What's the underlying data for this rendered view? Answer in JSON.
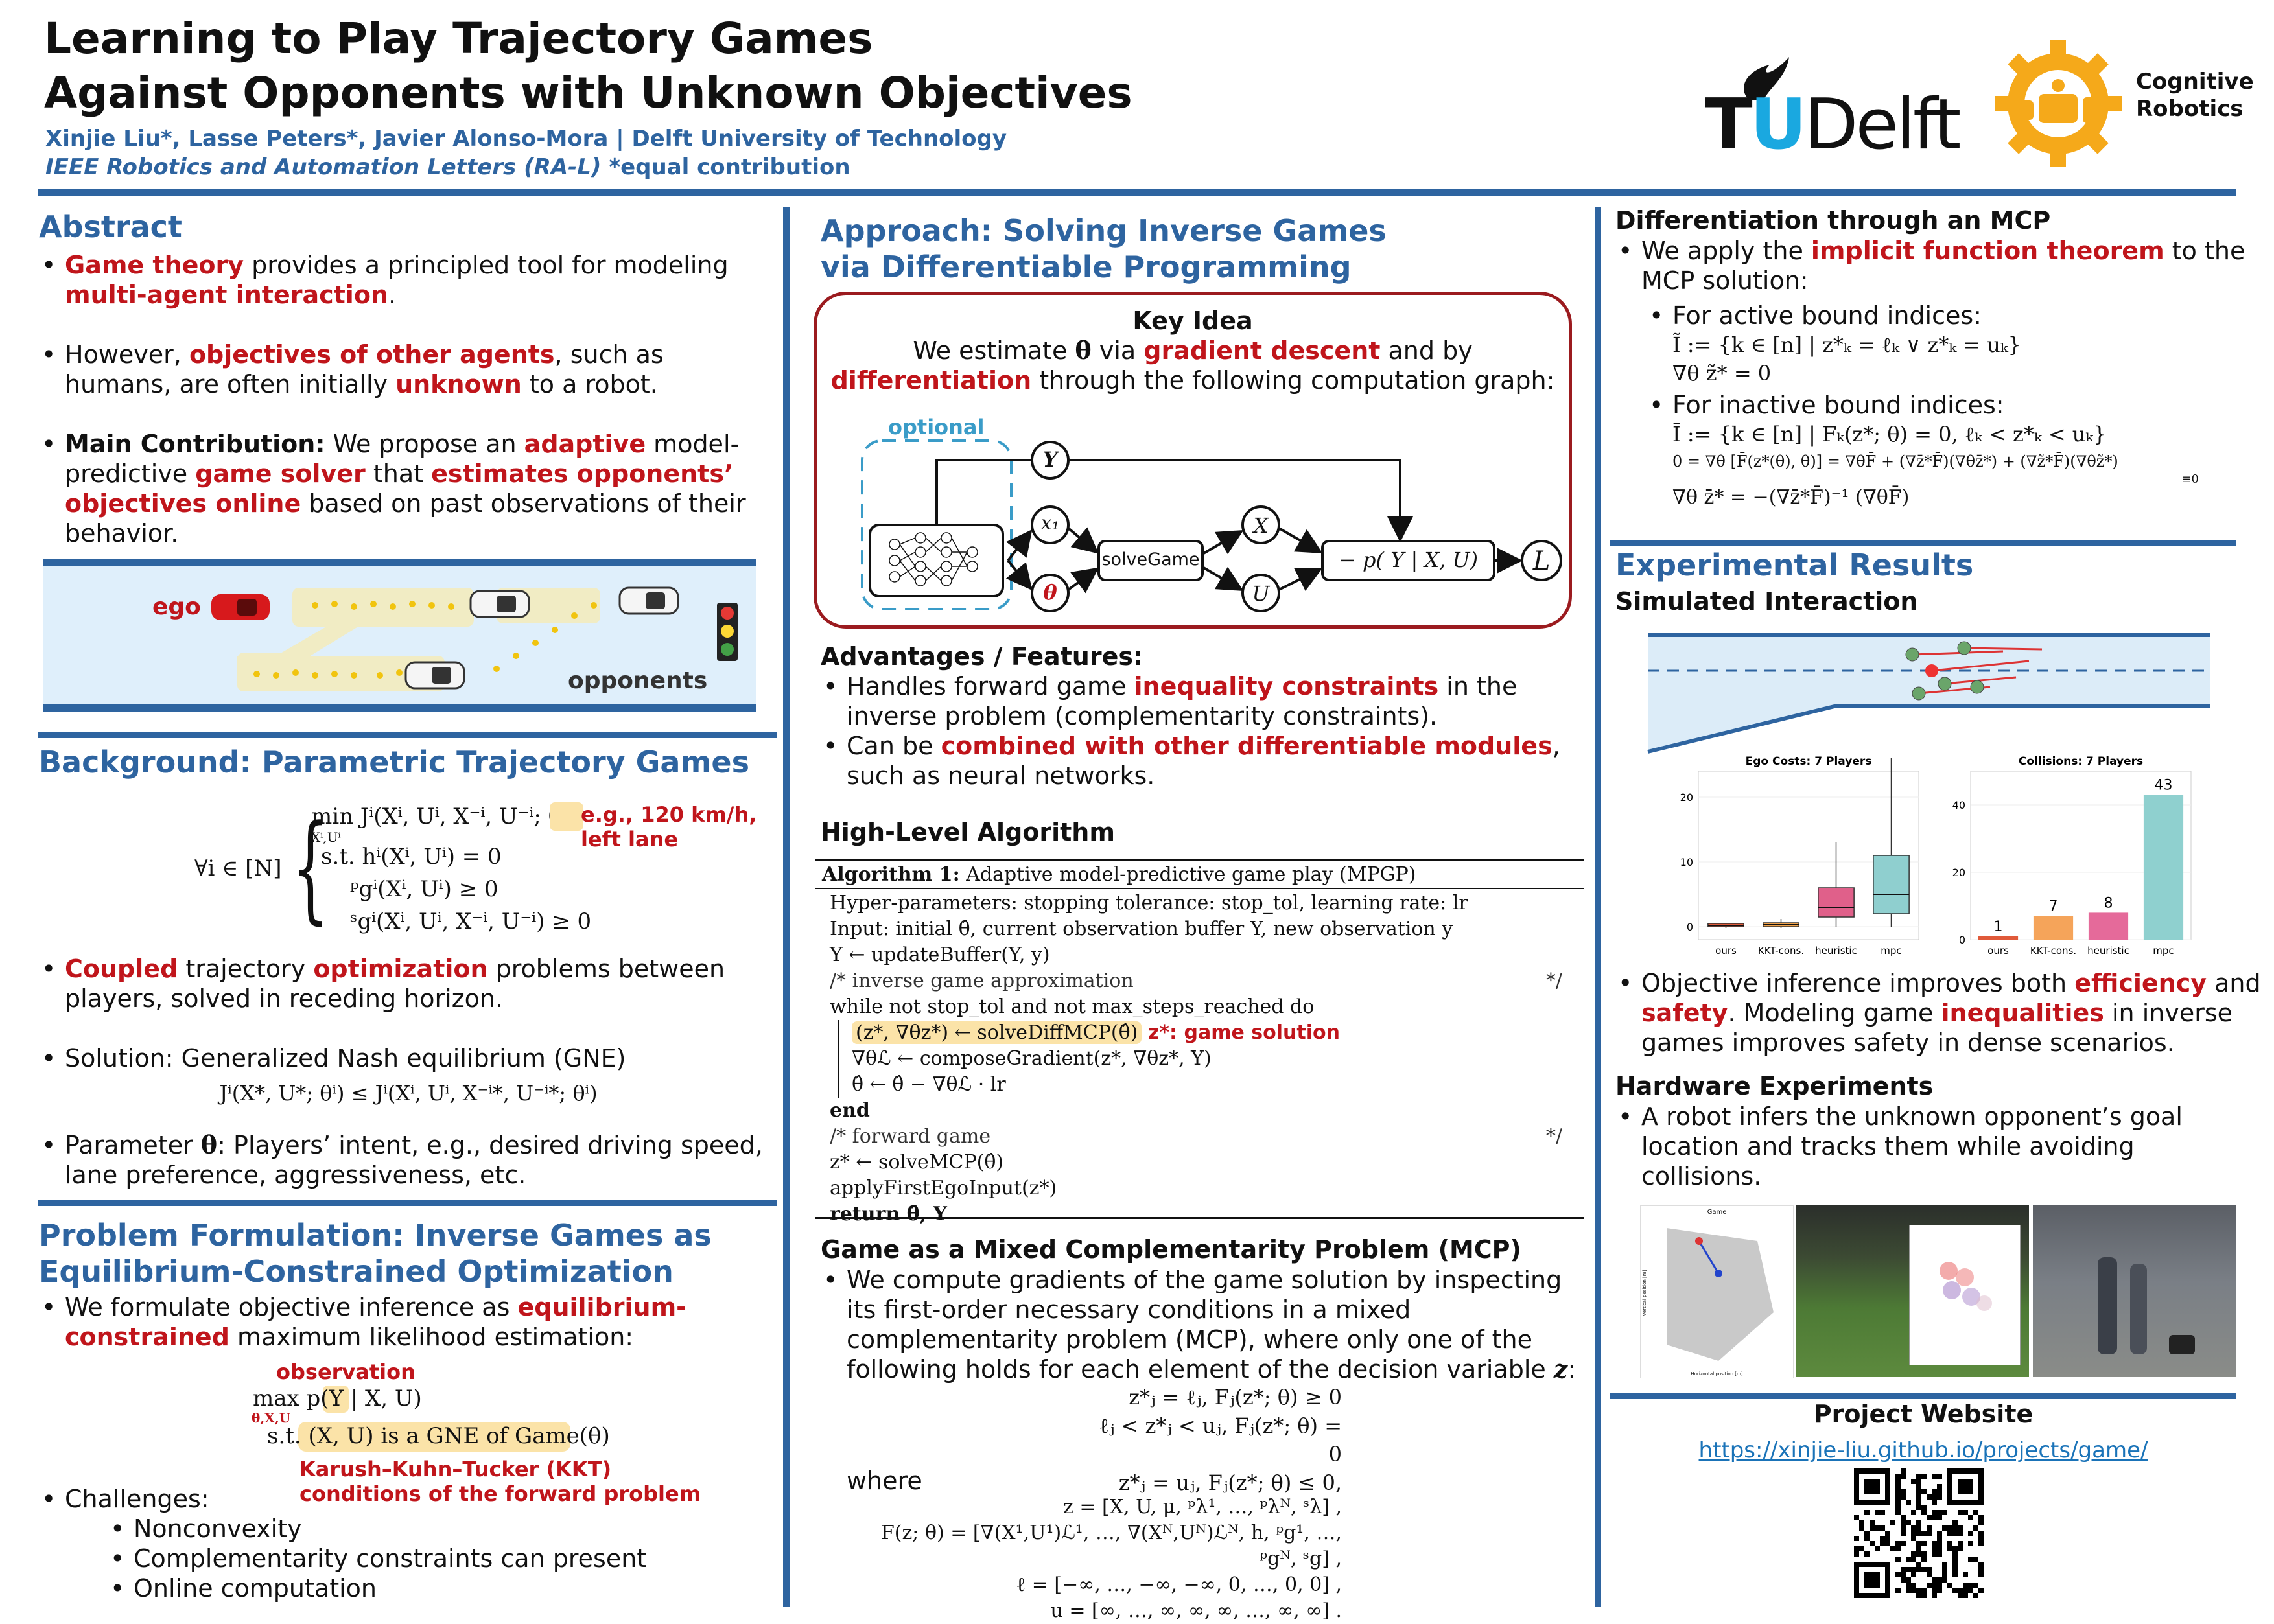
{
  "header": {
    "title_line1": "Learning to Play Trajectory Games",
    "title_line2": "Against Opponents with Unknown Objectives",
    "authors": "Xinjie Liu*, Lasse Peters*, Javier Alonso-Mora | Delft University of Technology",
    "venue": "IEEE Robotics and Automation Letters (RA-L)",
    "equal_contribution": "*equal contribution",
    "logo_tu": "TU",
    "logo_delft": "Delft",
    "cognitive_line1": "Cognitive",
    "cognitive_line2": "Robotics"
  },
  "abstract": {
    "heading": "Abstract",
    "b1_pre": "",
    "b1_red1": "Game theory",
    "b1_mid": " provides a principled tool for modeling ",
    "b1_red2": "multi-agent interaction",
    "b1_post": ".",
    "b2_pre": "However, ",
    "b2_red1": "objectives of other agents",
    "b2_mid": ", such as humans, are often initially ",
    "b2_red2": "unknown",
    "b2_post": " to a robot.",
    "b3_bold": "Main Contribution:",
    "b3_a": " We propose an ",
    "b3_red1": "adaptive",
    "b3_b": " model-predictive ",
    "b3_red2": "game solver",
    "b3_c": " that ",
    "b3_red3": "estimates opponents’ objectives online",
    "b3_d": " based on past observations of their behavior.",
    "ego_label": "ego",
    "opponents_label": "opponents"
  },
  "background": {
    "heading": "Background: Parametric Trajectory Games",
    "forall": "∀i ∈ [N]",
    "eq_min": "min Jⁱ(Xⁱ, Uⁱ, X⁻ⁱ, U⁻ⁱ; θⁱ)",
    "eq_min_sub": "Xⁱ,Uⁱ",
    "eq_st1": "s.t. hⁱ(Xⁱ, Uⁱ) = 0",
    "eq_st2": "ᵖgⁱ(Xⁱ, Uⁱ) ≥ 0",
    "eq_st3": "ˢgⁱ(Xⁱ, Uⁱ, X⁻ⁱ, U⁻ⁱ) ≥ 0",
    "annotation": "e.g., 120 km/h, left lane",
    "b1_red1": "Coupled",
    "b1_mid": " trajectory ",
    "b1_red2": "optimization",
    "b1_post": " problems between players, solved in receding horizon.",
    "b2": "Solution: Generalized Nash equilibrium (GNE)",
    "gne_eq": "Jⁱ(X*, U*; θⁱ) ≤ Jⁱ(Xⁱ, Uⁱ, X⁻ⁱ*, U⁻ⁱ*; θⁱ)",
    "b3_pre": "Parameter ",
    "b3_theta": "θ",
    "b3_post": ": Players’ intent, e.g., desired driving speed, lane preference, aggressiveness, etc."
  },
  "problem": {
    "heading_line1": "Problem Formulation: Inverse Games as",
    "heading_line2": "Equilibrium-Constrained Optimization",
    "b1_pre": "We formulate objective inference as ",
    "b1_red": "equilibrium-constrained",
    "b1_post": " maximum likelihood estimation:",
    "obs_label": "observation",
    "max_line": "max p(Y | X, U)",
    "max_sub": "θ,X,U",
    "st_line": "s.t. (X, U) is a GNE of Game(θ)",
    "kkt_line1": "Karush–Kuhn–Tucker (KKT)",
    "kkt_line2": "conditions of the forward problem",
    "challenges": "Challenges:",
    "c1": "Nonconvexity",
    "c2": "Complementarity constraints can present",
    "c3": "Online computation"
  },
  "approach": {
    "heading_line1": "Approach: Solving Inverse Games",
    "heading_line2": "via Differentiable Programming",
    "key_idea": "Key Idea",
    "ki_a": "We estimate ",
    "ki_theta": "θ",
    "ki_b": " via ",
    "ki_red1": "gradient descent",
    "ki_c": " and by",
    "ki_red2": "differentiation",
    "ki_d": " through the following computation graph:",
    "optional": "optional",
    "node_Y": "Y",
    "node_x1": "x₁",
    "node_theta": "θ",
    "node_solve": "solveGame",
    "node_X": "X",
    "node_U": "U",
    "node_loss": "− p( Y | X, U)",
    "node_L": "L",
    "adv_heading": "Advantages / Features:",
    "adv1_pre": "Handles forward game ",
    "adv1_red": "inequality constraints",
    "adv1_post": " in the inverse problem (complementarity constraints).",
    "adv2_pre": "Can be ",
    "adv2_red": "combined with other differentiable modules",
    "adv2_post": ", such as neural networks."
  },
  "algorithm": {
    "heading": "High-Level Algorithm",
    "caption_bold": "Algorithm 1:",
    "caption": " Adaptive model-predictive game play (MPGP)",
    "l1": "Hyper-parameters: stopping tolerance: stop_tol, learning rate: lr",
    "l2": "Input: initial θ̂, current observation buffer Y, new observation y",
    "l3": "Y ← updateBuffer(Y, y)",
    "l4": "/* inverse game approximation",
    "l4_end": "*/",
    "l5": "while not stop_tol and not max_steps_reached do",
    "l6": "(z*, ∇θz*) ← solveDiffMCP(θ̂)",
    "l6_note": "z*: game solution",
    "l7": "∇θℒ ← composeGradient(z*, ∇θz*, Y)",
    "l8": "θ̂ ← θ̂ − ∇θℒ · lr",
    "l9": "end",
    "l10": "/* forward game",
    "l10_end": "*/",
    "l11": "z* ← solveMCP(θ̂)",
    "l12": "applyFirstEgoInput(z*)",
    "l13": "return θ̂, Y"
  },
  "mcp": {
    "heading": "Game as a Mixed Complementarity Problem (MCP)",
    "b1": "We compute gradients of the game solution by inspecting its first-order necessary conditions in a mixed complementarity problem (MCP), where only one of the following holds for each element of the decision variable ",
    "b1_z": "z",
    "b1_end": ":",
    "c1": "z*ⱼ = ℓⱼ, Fⱼ(z*; θ) ≥ 0",
    "c2": "ℓⱼ < z*ⱼ < uⱼ, Fⱼ(z*; θ) = 0",
    "c3": "z*ⱼ = uⱼ, Fⱼ(z*; θ) ≤ 0,",
    "where": "where",
    "d1": "z = [X, U, μ, ᵖλ¹, …, ᵖλᴺ, ˢλ] ,",
    "d2": "F(z; θ) = [∇(X¹,U¹)ℒ¹, …, ∇(Xᴺ,Uᴺ)ℒᴺ, h, ᵖg¹, …, ᵖgᴺ, ˢg] ,",
    "d3": "ℓ = [−∞, …, −∞, −∞, 0, …, 0, 0] ,",
    "d4": "u = [∞, …, ∞, ∞, ∞, …, ∞, ∞] ."
  },
  "diff": {
    "heading": "Differentiation through an MCP",
    "b1_pre": "We apply the ",
    "b1_red": "implicit function theorem",
    "b1_post": " to the MCP solution:",
    "s1": "For active bound indices:",
    "s1_eq1": "Ĩ := {k ∈ [n] | z*ₖ = ℓₖ ∨ z*ₖ = uₖ}",
    "s1_eq2": "∇θ z̃* = 0",
    "s2": "For inactive bound indices:",
    "s2_eq1": "Ī := {k ∈ [n] | Fₖ(z*; θ) = 0, ℓₖ < z*ₖ < uₖ}",
    "s2_eq2": "0 = ∇θ [F̄(z*(θ), θ)] = ∇θF̄ + (∇z̄*F̄)(∇θz̄*) + (∇z̃*F̄)(∇θz̃*)",
    "s2_eq2_under": "≡0",
    "s2_eq3": "∇θ z̄* = −(∇z̄*F̄)⁻¹ (∇θF̄)"
  },
  "results": {
    "heading": "Experimental Results",
    "sim_heading": "Simulated Interaction",
    "chart1_title": "Ego Costs: 7 Players",
    "chart2_title": "Collisions: 7 Players",
    "r1_pre": "Objective inference improves both ",
    "r1_red1": "efficiency",
    "r1_mid": " and ",
    "r1_red2": "safety",
    "r1_b": ". Modeling game ",
    "r1_red3": "inequalities",
    "r1_post": " in inverse games improves safety in dense scenarios.",
    "hw_heading": "Hardware Experiments",
    "hw1": "A robot infers the unknown opponent’s goal location and tracks them while avoiding collisions.",
    "game_panel_title": "Game",
    "game_xlabel": "Horizontal position [m]",
    "game_ylabel": "Vertical position [m]",
    "website_heading": "Project Website",
    "website_url": "https://xinjie-liu.github.io/projects/game/"
  },
  "chart_data": [
    {
      "type": "box",
      "title": "Ego Costs: 7 Players",
      "categories": [
        "ours",
        "KKT-cons.",
        "heuristic",
        "mpc"
      ],
      "yticks": [
        0,
        10,
        20
      ],
      "ylim": [
        -2,
        24
      ],
      "boxes": [
        {
          "q1": 0.0,
          "median": 0.2,
          "q3": 0.5,
          "lo": -0.2,
          "hi": 0.6
        },
        {
          "q1": 0.0,
          "median": 0.3,
          "q3": 0.6,
          "lo": -0.2,
          "hi": 1.2
        },
        {
          "q1": 1.5,
          "median": 3.0,
          "q3": 6.0,
          "lo": 0.0,
          "hi": 13.0
        },
        {
          "q1": 2.0,
          "median": 5.0,
          "q3": 11.0,
          "lo": 0.0,
          "hi": 26.0
        }
      ],
      "colors": [
        "#e05a3a",
        "#f0a24a",
        "#e0608a",
        "#8fcfcf"
      ]
    },
    {
      "type": "bar",
      "title": "Collisions: 7 Players",
      "categories": [
        "ours",
        "KKT-cons.",
        "heuristic",
        "mpc"
      ],
      "values": [
        1,
        7,
        8,
        43
      ],
      "yticks": [
        0,
        20,
        40
      ],
      "ylim": [
        0,
        50
      ],
      "colors": [
        "#e05a3a",
        "#f5a45a",
        "#e56a9a",
        "#8fd0cf"
      ]
    }
  ]
}
